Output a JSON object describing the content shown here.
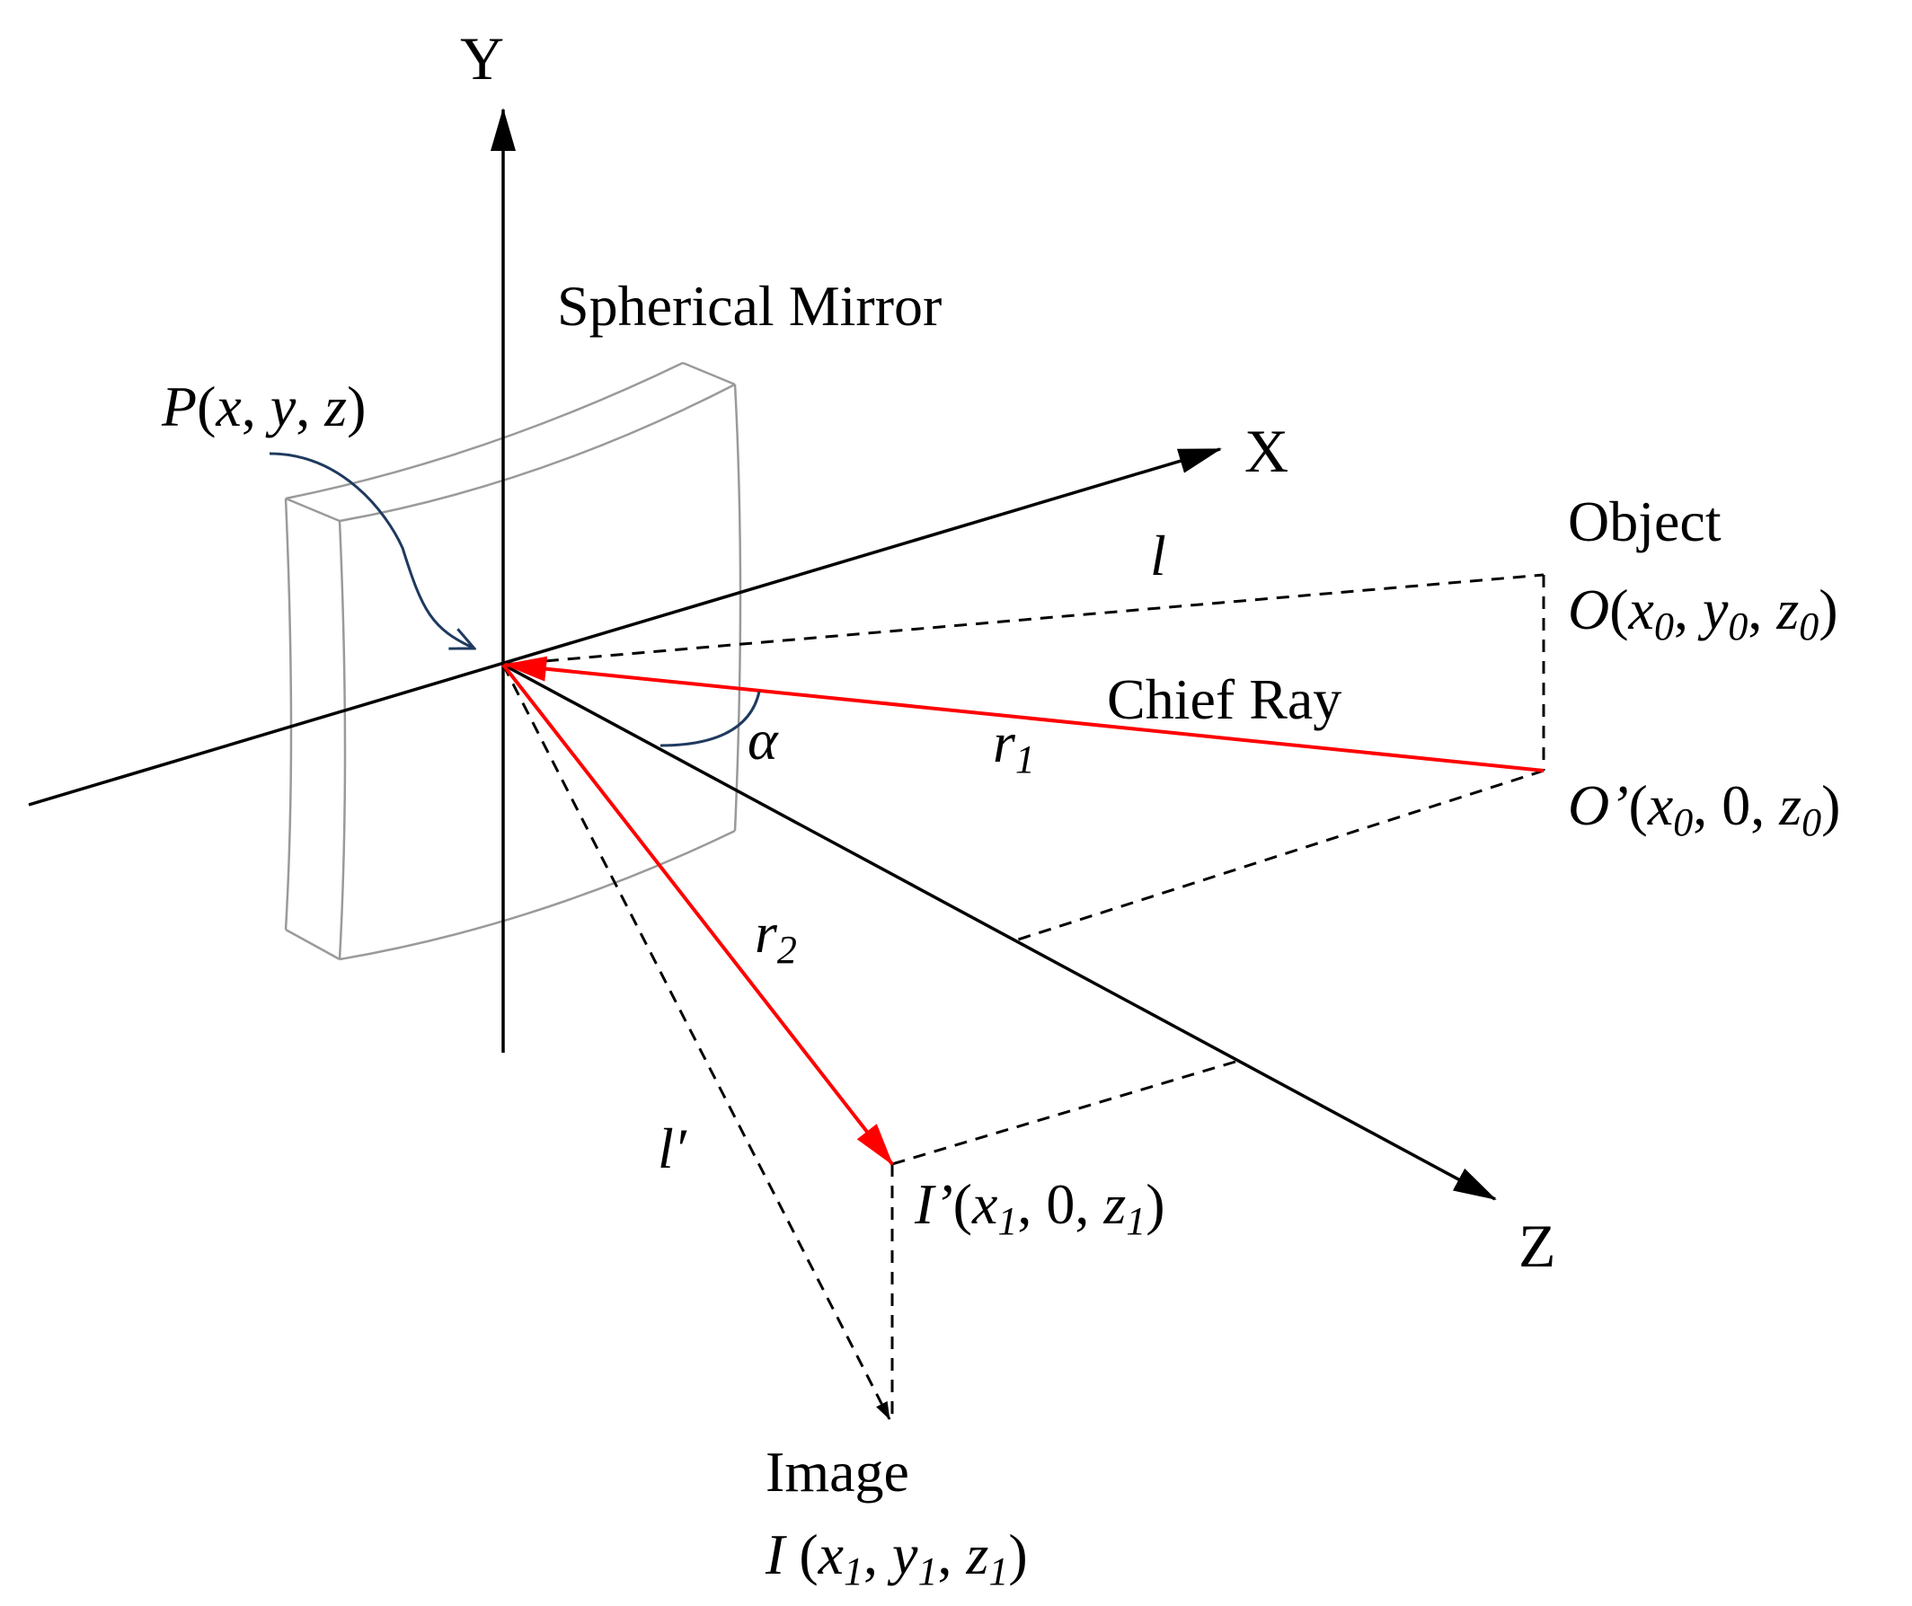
{
  "axes": {
    "y_label": "Y",
    "x_label": "X",
    "z_label": "Z"
  },
  "mirror": {
    "title": "Spherical Mirror",
    "point_label": "P(x, y, z)"
  },
  "object": {
    "title": "Object",
    "coords": "O(x0, y0, z0)",
    "projection_coords": "O’(x0, 0, z0)"
  },
  "image": {
    "title": "Image",
    "coords": "I (x1, y1, z1)",
    "projection_coords": "I’(x1, 0, z1)"
  },
  "rays": {
    "chief_ray_label": "Chief Ray",
    "r1_label": "r1",
    "r2_label": "r2",
    "l_label": "l",
    "l_prime_label": "l′",
    "alpha_label": "α"
  },
  "colors": {
    "ray": "#ff0000",
    "pointer": "#1f3a5f",
    "mirror_outline": "#9a9a9a",
    "lines": "#000000"
  }
}
